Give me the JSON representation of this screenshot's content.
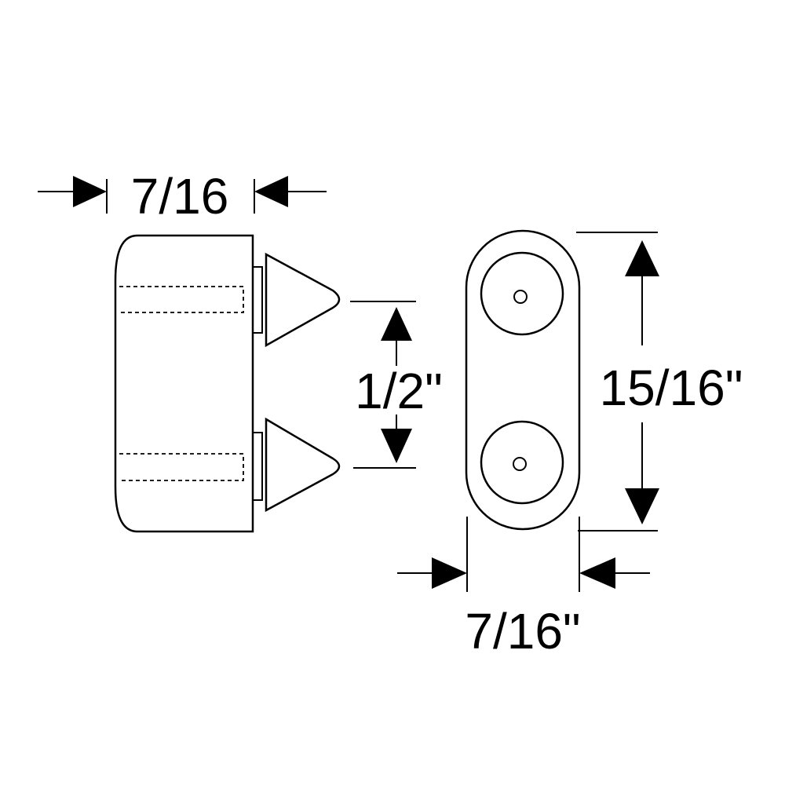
{
  "dimensions": {
    "side_width": "7/16",
    "pin_spacing": "1/2\"",
    "front_height": "15/16\"",
    "front_width": "7/16\""
  },
  "colors": {
    "line": "#000000",
    "background": "#ffffff"
  }
}
